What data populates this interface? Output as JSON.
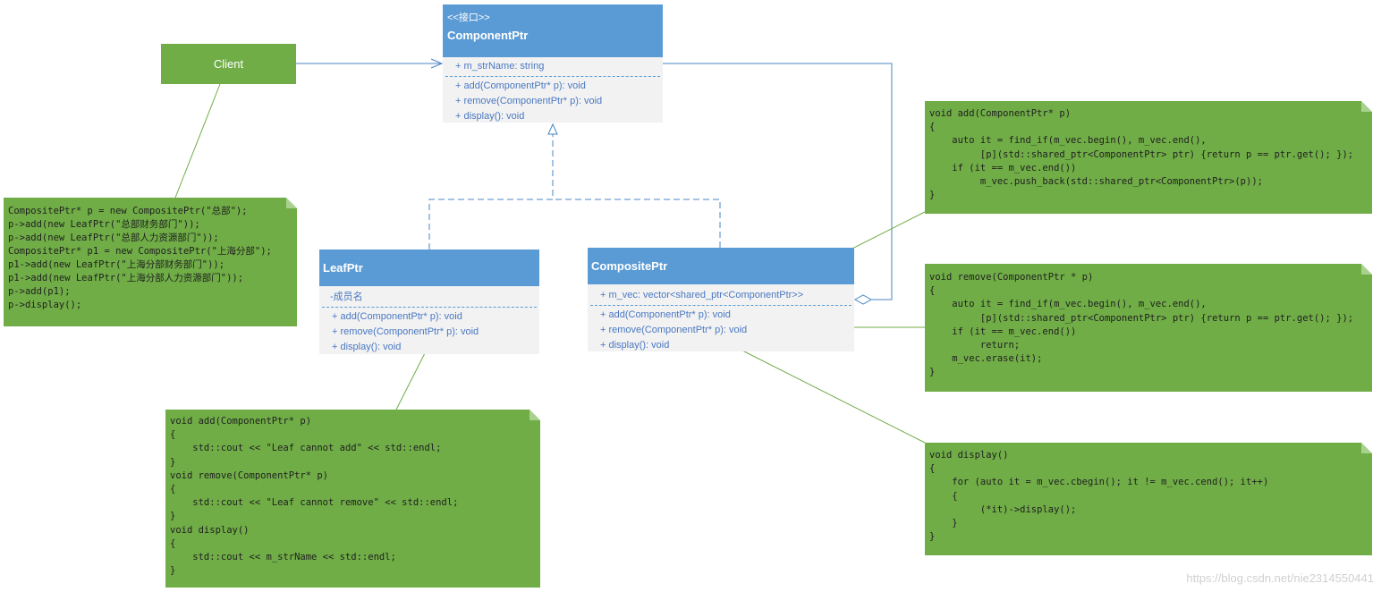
{
  "client": {
    "label": "Client"
  },
  "component": {
    "stereotype": "<<接口>>",
    "name": "ComponentPtr",
    "attributes": [
      "+ m_strName: string"
    ],
    "methods": [
      "+ add(ComponentPtr* p): void",
      "+ remove(ComponentPtr* p): void",
      "+ display(): void"
    ]
  },
  "leaf": {
    "name": "LeafPtr",
    "attributes": [
      "-成员名"
    ],
    "methods": [
      "+ add(ComponentPtr* p): void",
      "+ remove(ComponentPtr* p): void",
      "+ display(): void"
    ]
  },
  "composite": {
    "name": "CompositePtr",
    "attributes": [
      "+ m_vec: vector<shared_ptr<ComponentPtr>>"
    ],
    "methods": [
      "+ add(ComponentPtr* p): void",
      "+ remove(ComponentPtr* p): void",
      "+ display(): void"
    ]
  },
  "notes": {
    "client": [
      "CompositePtr* p = new CompositePtr(\"总部\");",
      "p->add(new LeafPtr(\"总部财务部门\"));",
      "p->add(new LeafPtr(\"总部人力资源部门\"));",
      "CompositePtr* p1 = new CompositePtr(\"上海分部\");",
      "p1->add(new LeafPtr(\"上海分部财务部门\"));",
      "p1->add(new LeafPtr(\"上海分部人力资源部门\"));",
      "p->add(p1);",
      "p->display();"
    ],
    "leaf": [
      "void add(ComponentPtr* p)",
      "{",
      "    std::cout << \"Leaf cannot add\" << std::endl;",
      "}",
      "void remove(ComponentPtr* p)",
      "{",
      "    std::cout << \"Leaf cannot remove\" << std::endl;",
      "}",
      "void display()",
      "{",
      "    std::cout << m_strName << std::endl;",
      "}"
    ],
    "composite_add": [
      "void add(ComponentPtr* p)",
      "{",
      "    auto it = find_if(m_vec.begin(), m_vec.end(),",
      "         [p](std::shared_ptr<ComponentPtr> ptr) {return p == ptr.get(); });",
      "    if (it == m_vec.end())",
      "         m_vec.push_back(std::shared_ptr<ComponentPtr>(p));",
      "}"
    ],
    "composite_remove": [
      "void remove(ComponentPtr * p)",
      "{",
      "    auto it = find_if(m_vec.begin(), m_vec.end(),",
      "         [p](std::shared_ptr<ComponentPtr> ptr) {return p == ptr.get(); });",
      "    if (it == m_vec.end())",
      "         return;",
      "    m_vec.erase(it);",
      "}"
    ],
    "composite_display": [
      "void display()",
      "{",
      "    for (auto it = m_vec.cbegin(); it != m_vec.cend(); it++)",
      "    {",
      "         (*it)->display();",
      "    }",
      "}"
    ]
  },
  "watermark": "https://blog.csdn.net/nie2314550441",
  "colors": {
    "class_header": "#5b9bd5",
    "class_body": "#f2f2f2",
    "note_fill": "#70ad47",
    "line": "#4a86c5",
    "note_link": "#70ad47"
  }
}
